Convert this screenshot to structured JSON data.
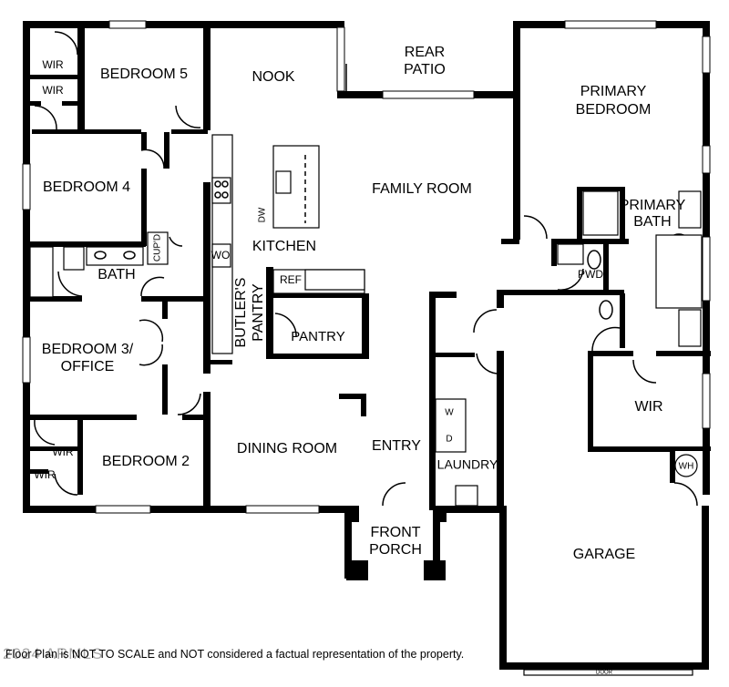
{
  "rooms": {
    "wir_bed5": "WIR",
    "bedroom5": "BEDROOM 5",
    "wir_bed4": "WIR",
    "nook": "NOOK",
    "rear_patio_l1": "REAR",
    "rear_patio_l2": "PATIO",
    "primary_bedroom_l1": "PRIMARY",
    "primary_bedroom_l2": "BEDROOM",
    "bedroom4": "BEDROOM 4",
    "family_room": "FAMILY ROOM",
    "primary_bath_l1": "PRIMARY",
    "primary_bath_l2": "BATH",
    "dw": "DW",
    "kitchen": "KITCHEN",
    "cupd": "CUP'D",
    "wo": "WO",
    "bath": "BATH",
    "ref": "REF",
    "pwd": "PWD",
    "butlers_pantry_l1": "BUTLER'S",
    "butlers_pantry_l2": "PANTRY",
    "pantry": "PANTRY",
    "bedroom3_l1": "BEDROOM 3/",
    "bedroom3_l2": "OFFICE",
    "wir_primary": "WIR",
    "w": "W",
    "d": "D",
    "dining_room": "DINING ROOM",
    "entry": "ENTRY",
    "wir_bed3": "WIR",
    "bedroom2": "BEDROOM 2",
    "wh": "WH",
    "laundry": "LAUNDRY",
    "wir_bed2": "WIR",
    "front_porch_l1": "FRONT",
    "front_porch_l2": "PORCH",
    "garage": "GARAGE",
    "door": "DOOR"
  },
  "footer": {
    "watermark": "2024 ARMLS",
    "disclaimer": "Floor Plan is NOT TO SCALE and NOT considered a factual representation of the property."
  }
}
